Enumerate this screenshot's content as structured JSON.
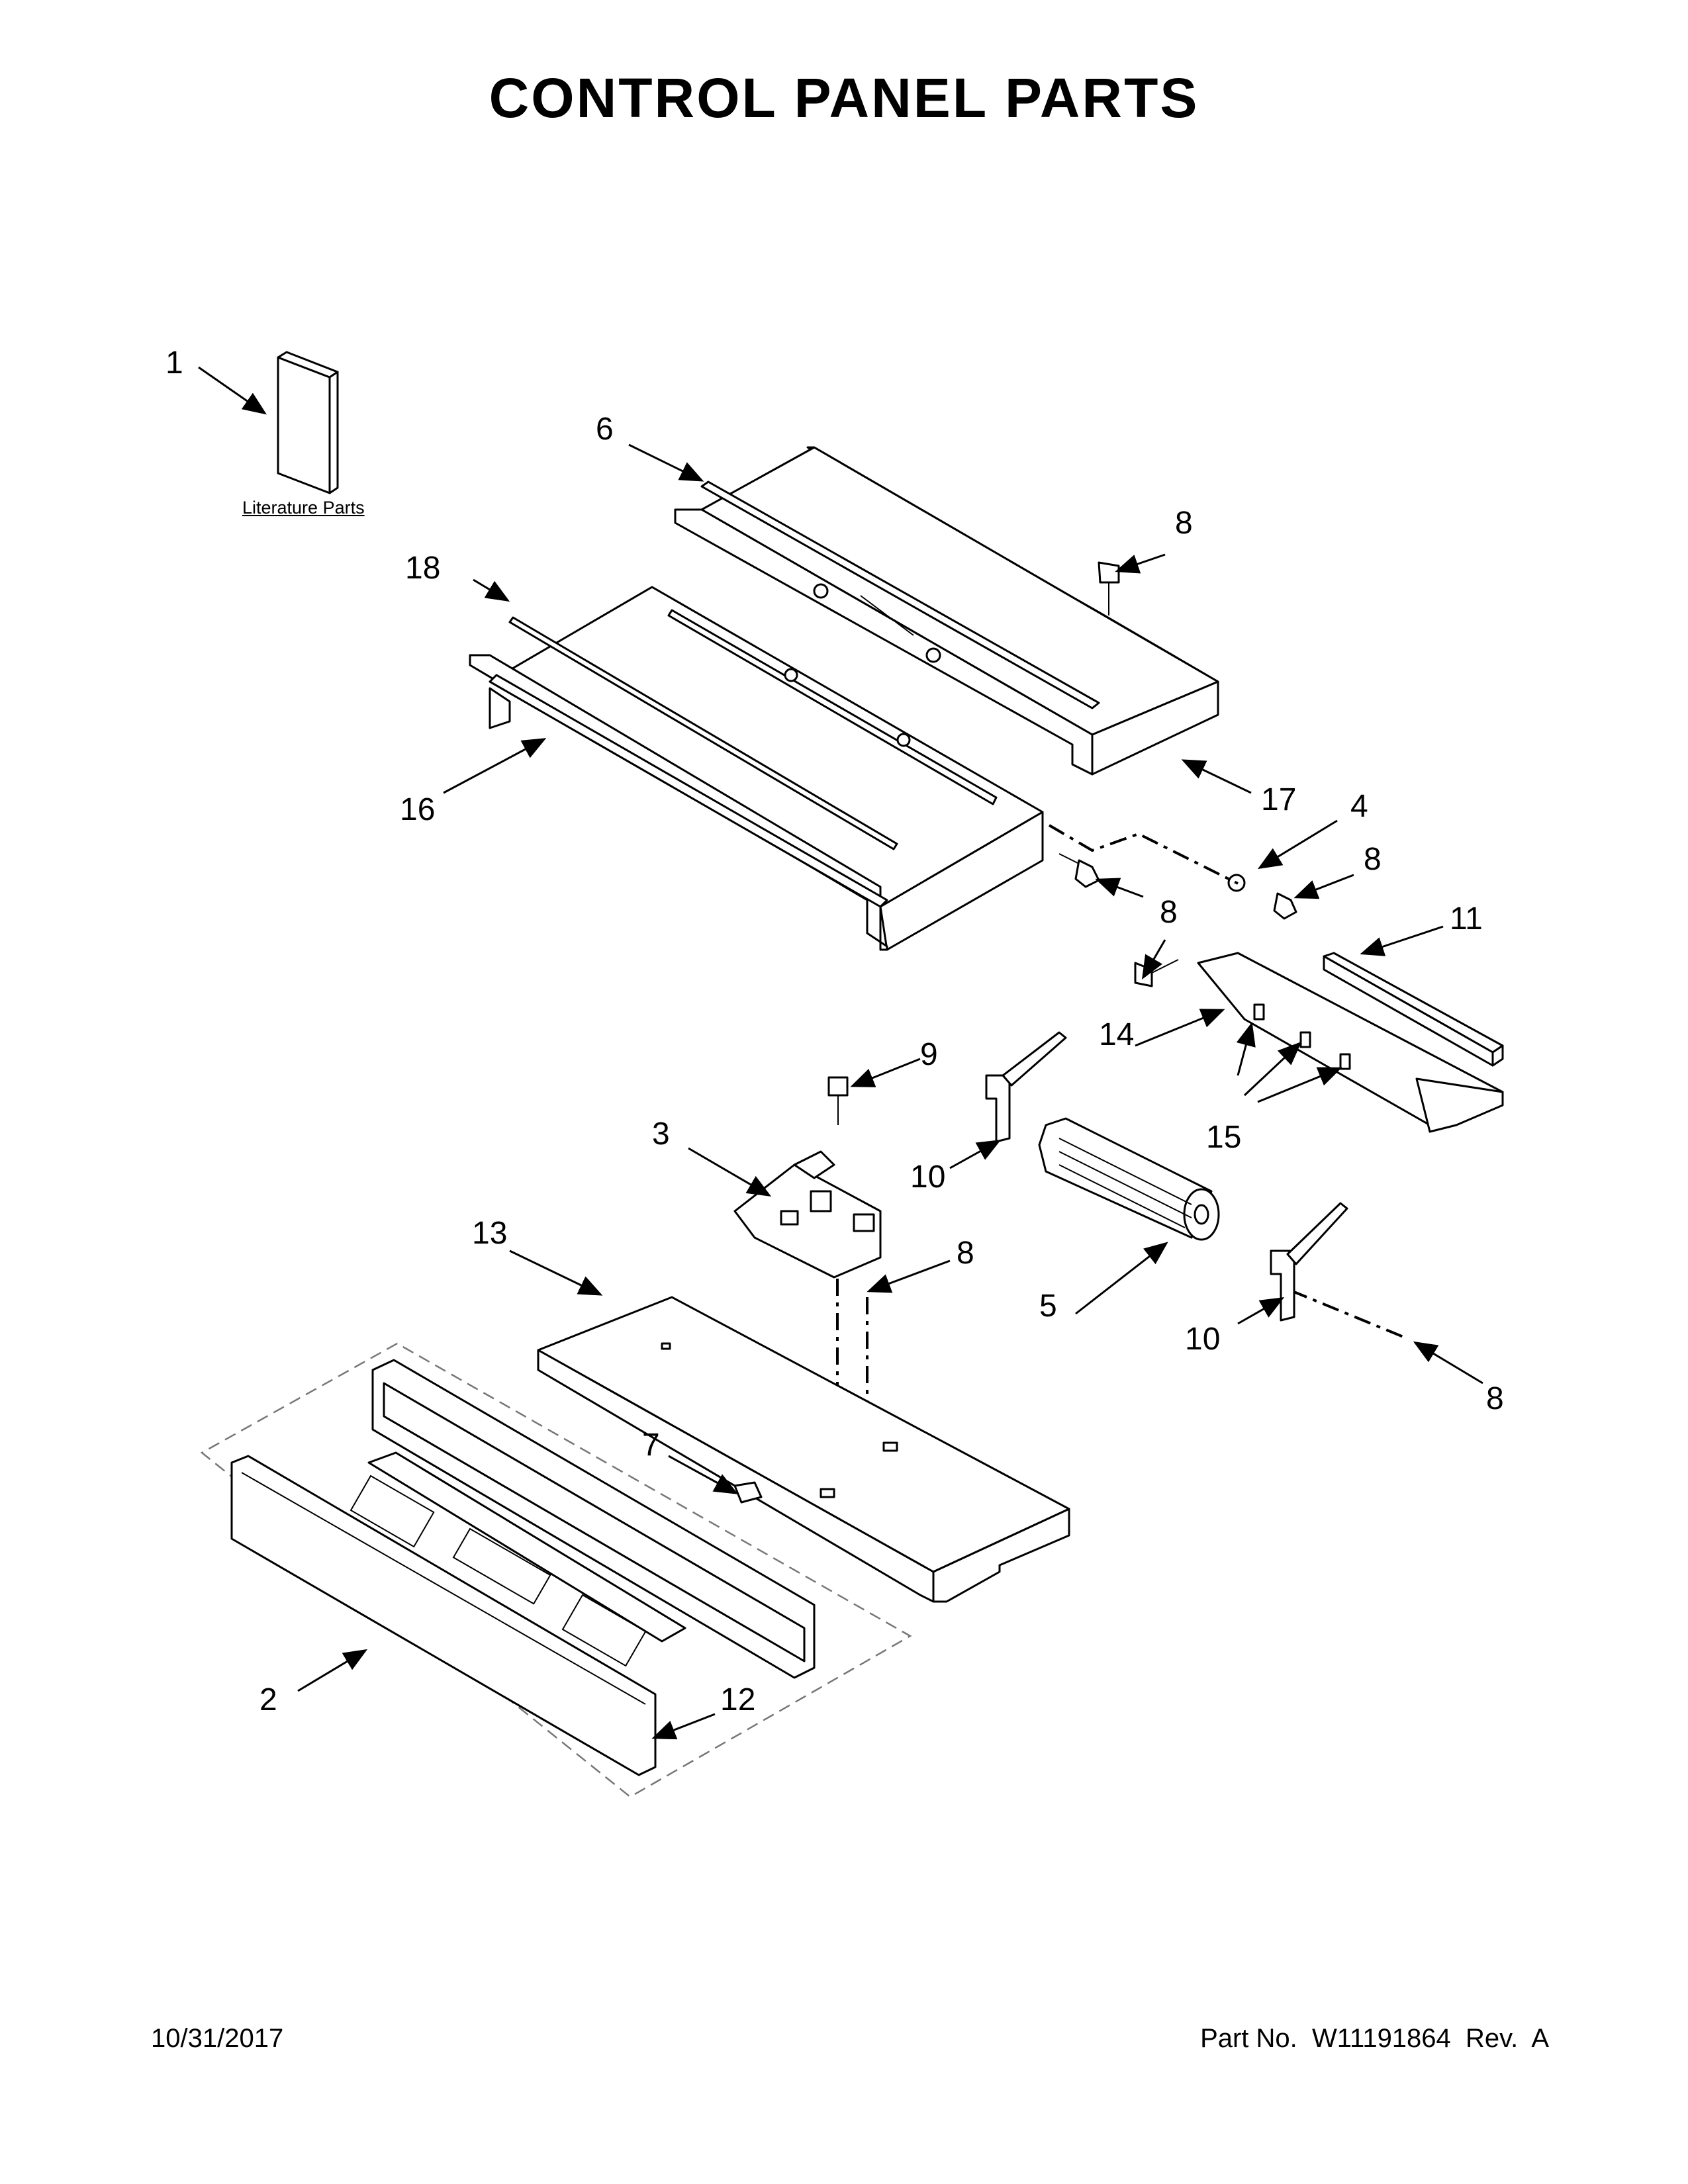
{
  "title": "CONTROL PANEL PARTS",
  "literature_link": "Literature Parts",
  "footer": {
    "date": "10/31/2017",
    "part_number": "Part No.  W11191864  Rev.  A"
  },
  "callouts": {
    "c1": "1",
    "c2": "2",
    "c3": "3",
    "c4": "4",
    "c5": "5",
    "c6": "6",
    "c7": "7",
    "c8a": "8",
    "c8b": "8",
    "c8c": "8",
    "c8d": "8",
    "c8e": "8",
    "c8f": "8",
    "c9": "9",
    "c10a": "10",
    "c10b": "10",
    "c11": "11",
    "c12": "12",
    "c13": "13",
    "c14": "14",
    "c15": "15",
    "c16": "16",
    "c17": "17",
    "c18": "18"
  }
}
